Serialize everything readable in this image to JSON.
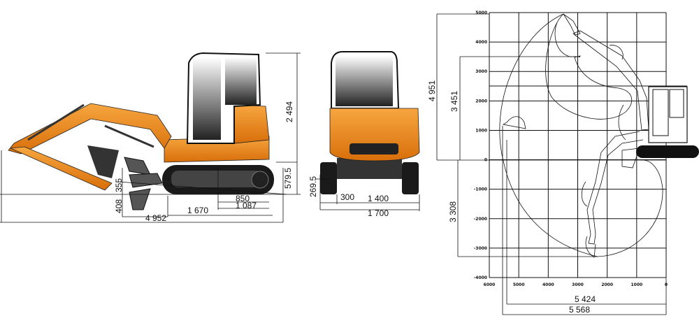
{
  "side_view": {
    "dimensions": {
      "height_cab": "2 494",
      "track_height": "579.5",
      "blade_raise": "355",
      "blade_dig": "408",
      "track_length": "1 670",
      "sprocket_span": "850",
      "rear_to_tumbler": "1 087",
      "transport_length": "4 952"
    }
  },
  "rear_view": {
    "dimensions": {
      "ground_clearance": "269.5",
      "track_width": "300",
      "track_gauge": "1 400",
      "overall_width": "1 700"
    }
  },
  "working_range": {
    "x_ticks": [
      "6000",
      "5000",
      "4000",
      "3000",
      "2000",
      "1000",
      "0"
    ],
    "y_ticks": [
      "5000",
      "4000",
      "3000",
      "2000",
      "1000",
      "0",
      "-1000",
      "-2000",
      "-3000",
      "-4000"
    ],
    "dimensions": {
      "max_dig_height": "4 951",
      "max_dump_height": "3 451",
      "max_dig_depth": "3 308",
      "reach_ground": "5 424",
      "max_reach": "5 568"
    }
  },
  "colors": {
    "machine": "#f08a1c",
    "track": "#1a1a1a",
    "lines": "#111111"
  }
}
